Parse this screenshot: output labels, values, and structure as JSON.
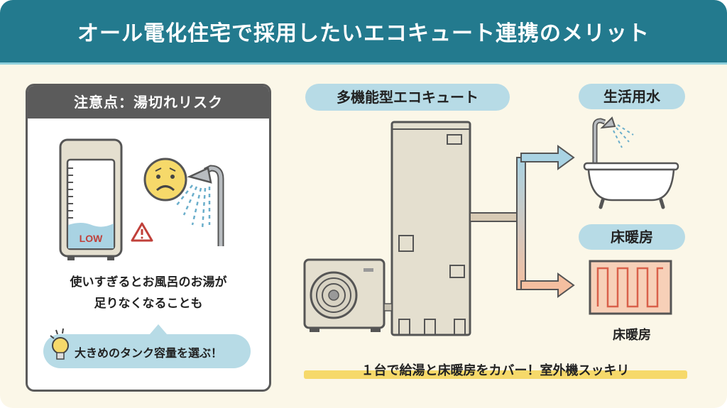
{
  "header": {
    "title": "オール電化住宅で採用したいエコキュート連携のメリット"
  },
  "caution_card": {
    "title": "注意点：湯切れリスク",
    "tank_level_label": "LOW",
    "message_line1": "使いすぎるとお風呂のお湯が",
    "message_line2": "足りなくなることも",
    "tip": "大きめのタンク容量を選ぶ！"
  },
  "diagram": {
    "unit_label": "多機能型エコキュート",
    "outputs": [
      {
        "label": "生活用水",
        "icon": "bathtub-shower-icon",
        "arrow_color": "#a9d3e3"
      },
      {
        "label": "床暖房",
        "icon": "floor-heating-icon",
        "arrow_color": "#f5bfa0",
        "sub_label": "床暖房"
      }
    ],
    "caption": "１台で給湯と床暖房をカバー！室外機スッキリ"
  },
  "colors": {
    "header": "#237a8e",
    "background": "#fbf7e8",
    "pill": "#b7dbe6",
    "highlight": "#f6d96a",
    "card_border": "#5b5b5b"
  }
}
